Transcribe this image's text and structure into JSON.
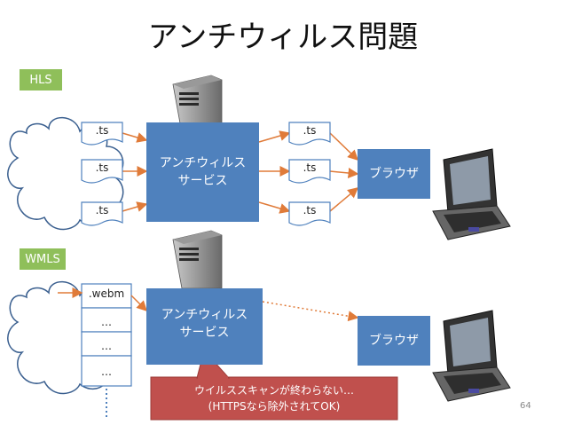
{
  "slide": {
    "title": "アンチウィルス問題",
    "page_number": "64"
  },
  "hls": {
    "tag": "HLS",
    "antivirus_label": "アンチウィルス\nサービス",
    "browser_label": "ブラウザ",
    "input_files": [
      ".ts",
      ".ts",
      ".ts"
    ],
    "output_files": [
      ".ts",
      ".ts",
      ".ts"
    ]
  },
  "wmls": {
    "tag": "WMLS",
    "antivirus_label": "アンチウィルス\nサービス",
    "browser_label": "ブラウザ",
    "stream_items": [
      ".webm",
      "…",
      "…",
      "…"
    ]
  },
  "callout": {
    "text": "ウイルススキャンが終わらない…\n(HTTPSなら除外されてOK)"
  },
  "colors": {
    "box_blue": "#4f81bd",
    "tag_green": "#8fbf5a",
    "arrow_orange": "#e07b39",
    "callout_red": "#c0504d"
  }
}
